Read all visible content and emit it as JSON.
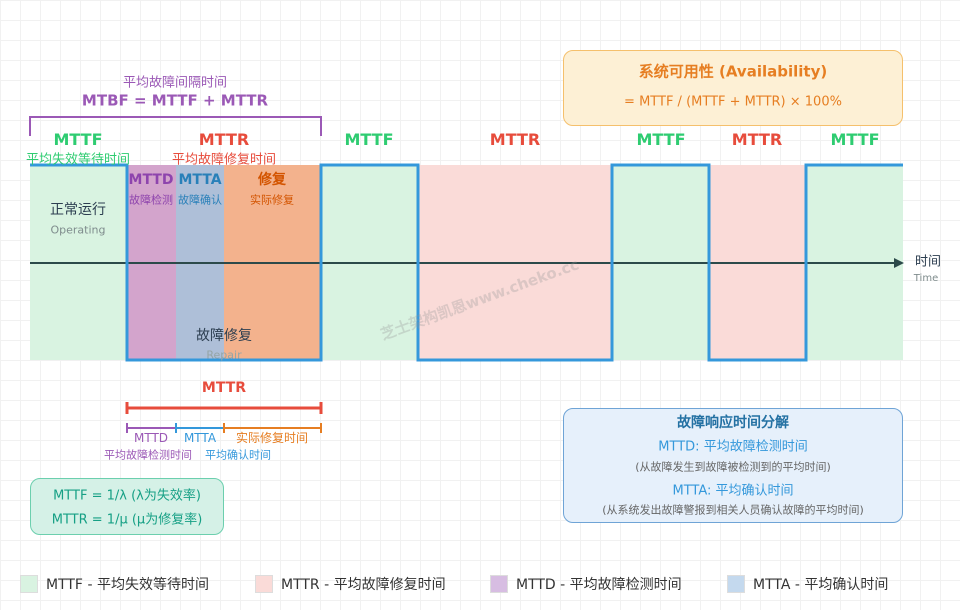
{
  "availability": {
    "title": "系统可用性 (Availability)",
    "formula": "= MTTF / (MTTF + MTTR) × 100%"
  },
  "mtbf": {
    "subtitle": "平均故障间隔时间",
    "formula": "MTBF = MTTF + MTTR"
  },
  "phases": [
    {
      "label": "MTTF",
      "desc": "平均失效等待时间"
    },
    {
      "label": "MTTR",
      "desc": "平均故障修复时间"
    },
    {
      "label": "MTTF"
    },
    {
      "label": "MTTR"
    },
    {
      "label": "MTTF"
    },
    {
      "label": "MTTR"
    },
    {
      "label": "MTTF"
    }
  ],
  "states": {
    "operating": "正常运行",
    "operating_en": "Operating",
    "repair": "故障修复",
    "repair_en": "Repair"
  },
  "sub_phases": [
    {
      "label": "MTTD",
      "desc": "故障检测"
    },
    {
      "label": "MTTA",
      "desc": "故障确认"
    },
    {
      "label": "修复",
      "desc": "实际修复"
    }
  ],
  "axis": {
    "label": "时间",
    "label_en": "Time"
  },
  "watermark": "芝士架构凯恩www.cheko.cc",
  "breakdown": {
    "mttr": "MTTR",
    "mttd": "MTTD",
    "mtta": "MTTA",
    "repair": "实际修复时间",
    "mttd_desc": "平均故障检测时间",
    "mtta_desc": "平均确认时间"
  },
  "rates": {
    "line1": "MTTF = 1/λ (λ为失效率)",
    "line2": "MTTR = 1/μ (μ为修复率)"
  },
  "response": {
    "title": "故障响应时间分解",
    "mttd": "MTTD: 平均故障检测时间",
    "mttd_note": "(从故障发生到故障被检测到的平均时间)",
    "mtta": "MTTA: 平均确认时间",
    "mtta_note": "(从系统发出故障警报到相关人员确认故障的平均时间)"
  },
  "legend": [
    {
      "label": "MTTF - 平均失效等待时间",
      "color": "#d9f3e1"
    },
    {
      "label": "MTTR - 平均故障修复时间",
      "color": "#fadbd8"
    },
    {
      "label": "MTTD - 平均故障检测时间",
      "color": "#d7bde2"
    },
    {
      "label": "MTTA - 平均确认时间",
      "color": "#c4d9ee"
    }
  ],
  "colors": {
    "green": "#2ecc71",
    "red": "#e74c3c",
    "purple": "#9b59b6",
    "blue": "#3498db",
    "orange": "#e67e22"
  }
}
